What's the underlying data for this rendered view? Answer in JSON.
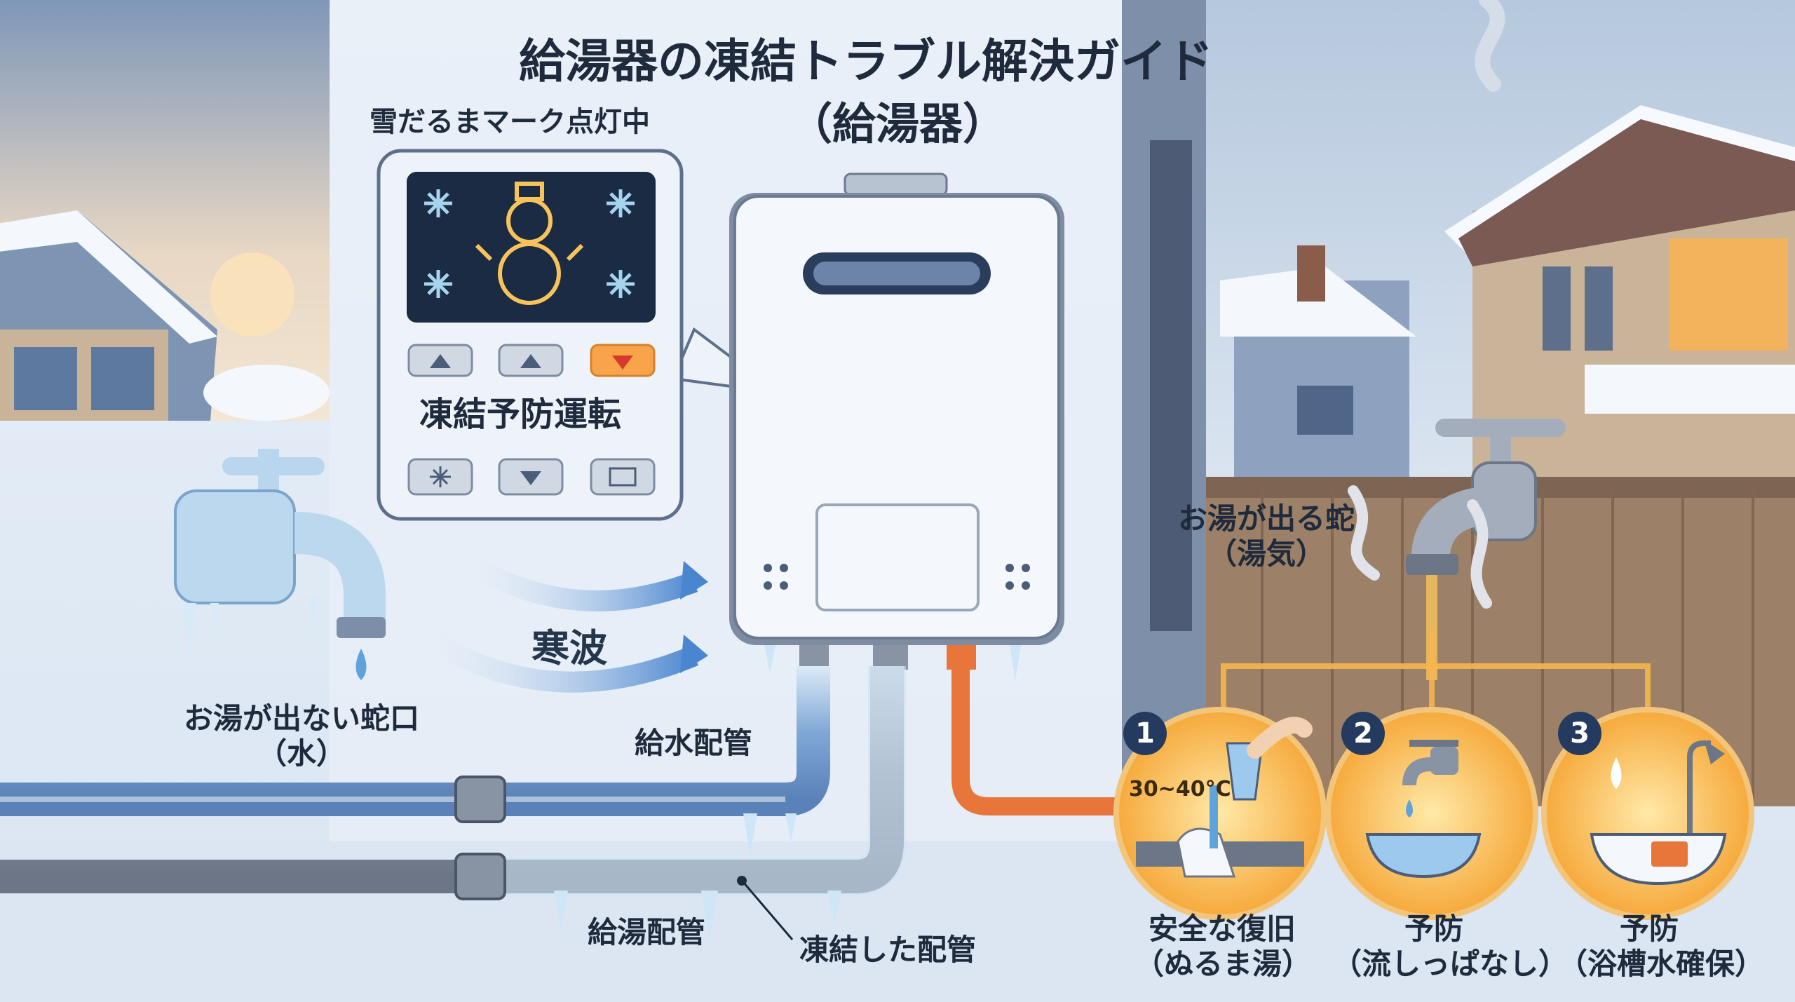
{
  "title": "給湯器の凍結トラブル解決ガイド",
  "subtitle": "（給湯器）",
  "panel": {
    "status_label": "雪だるまマーク点灯中",
    "mode_label": "凍結予防運転"
  },
  "labels": {
    "cold_wave": "寒波",
    "cold_faucet_line1": "お湯が出ない蛇口",
    "cold_faucet_line2": "（水）",
    "hot_faucet_line1": "お湯が出る蛇",
    "hot_faucet_line2": "（湯気）",
    "supply_pipe": "給水配管",
    "hot_pipe": "給湯配管",
    "frozen_pipe": "凍結した配管"
  },
  "steps": [
    {
      "number": "1",
      "line1": "安全な復旧",
      "line2": "（ぬるま湯）",
      "temp": "30~40°C"
    },
    {
      "number": "2",
      "line1": "予防",
      "line2": "（流しっぱなし）"
    },
    {
      "number": "3",
      "line1": "予防",
      "line2": "（浴槽水確保）"
    }
  ],
  "colors": {
    "sky": "#dfe9f5",
    "wall": "#e9f0f8",
    "heater_body": "#f4f7fb",
    "frozen_pipe": "#b9d6ee",
    "hot_pipe": "#e8753a",
    "step_circle": "#f7b64d",
    "accent_navy": "#243a5e"
  }
}
